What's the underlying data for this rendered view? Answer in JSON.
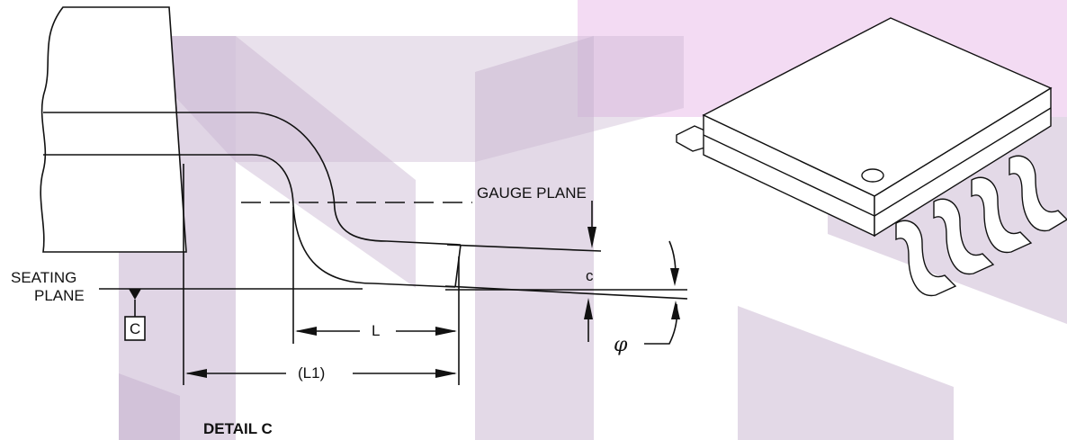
{
  "diagram": {
    "labels": {
      "gauge_plane": "GAUGE PLANE",
      "seating_plane_line1": "SEATING",
      "seating_plane_line2": "PLANE",
      "datum": "C",
      "dim_L": "L",
      "dim_L1": "(L1)",
      "dim_c": "c",
      "angle": "φ",
      "detail_title": "DETAIL C"
    },
    "colors": {
      "line": "#111111",
      "watermark_purple": "#c7b3d0",
      "watermark_pink": "#ecc8ec"
    }
  }
}
